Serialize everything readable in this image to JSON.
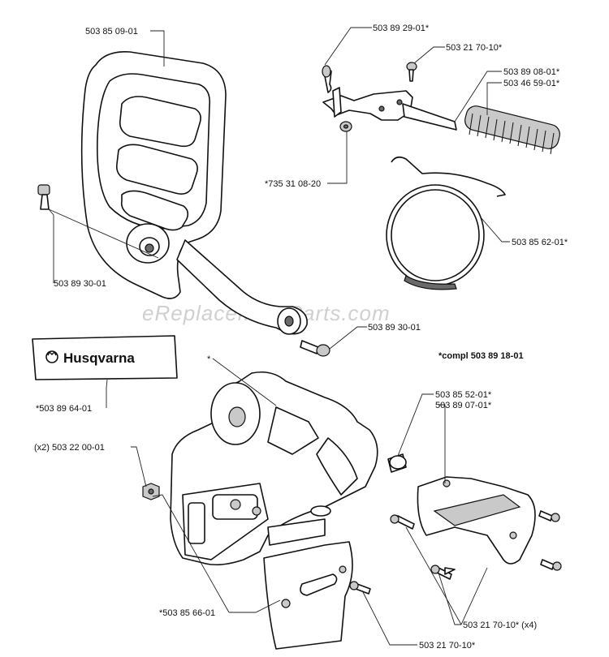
{
  "labels": {
    "handguard": "503 85 09-01",
    "spring_pin": "503 89 29-01*",
    "screw_top": "503 21 70-10*",
    "lever": "503 89 08-01*",
    "spring": "503 46 59-01*",
    "nut_left": "*735 31 08-20",
    "brake_band": "503 85 62-01*",
    "screw_left": "503 89 30-01",
    "screw_right": "503 89 30-01",
    "decal": "*503 89 64-01",
    "complete": "*compl 503 89 18-01",
    "star": "*",
    "pin": "503 85 52-01*",
    "cover_plate": "503 89 07-01*",
    "nut_x2": "(x2) 503 22 00-01",
    "guide_plate": "*503 85 66-01",
    "screw_bottom": "503 21 70-10*",
    "screw_x4": "503 21 70-10* (x4)"
  },
  "decal_text": "Husqvarna",
  "watermark": "eReplacementParts.com"
}
